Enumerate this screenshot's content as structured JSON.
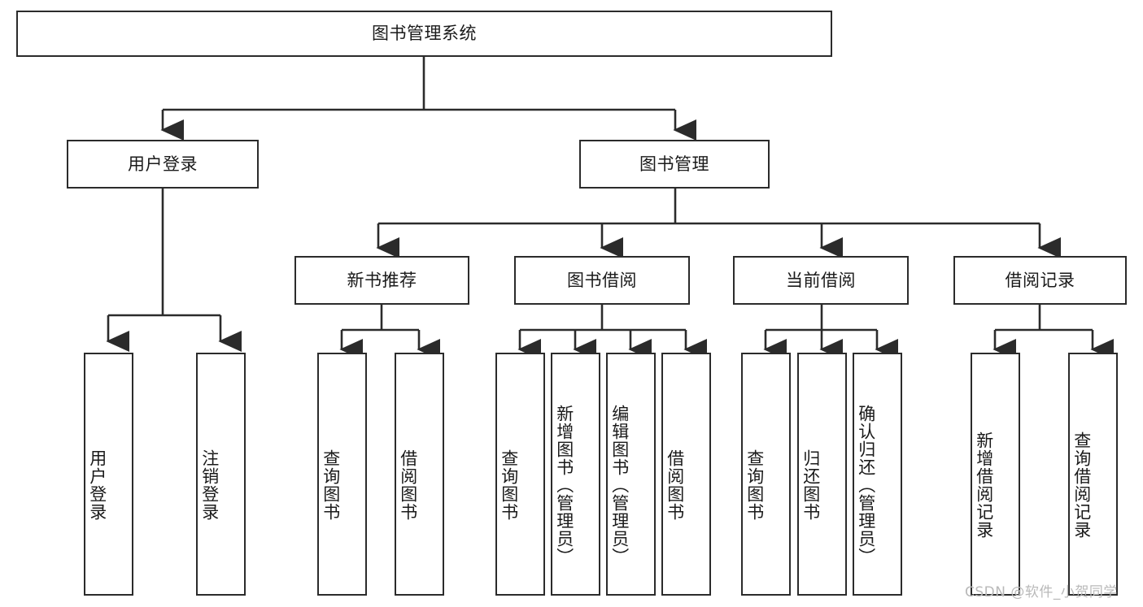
{
  "diagram": {
    "title_text": "图书管理系统",
    "line_color": "#2b2b2b",
    "box_fill": "#ffffff",
    "text_color": "#1a1a1a",
    "watermark": "CSDN @软件_小贺同学"
  },
  "nodes": {
    "root": {
      "label": "图书管理系统"
    },
    "level1": [
      {
        "label": "用户登录"
      },
      {
        "label": "图书管理"
      }
    ],
    "level2": [
      {
        "label": "新书推荐"
      },
      {
        "label": "图书借阅"
      },
      {
        "label": "当前借阅"
      },
      {
        "label": "借阅记录"
      }
    ],
    "leaves": {
      "user_login": [
        {
          "label": "用户登录"
        },
        {
          "label": "注销登录"
        }
      ],
      "new_book": [
        {
          "label": "查询图书"
        },
        {
          "label": "借阅图书"
        }
      ],
      "book_borrow": [
        {
          "label": "查询图书"
        },
        {
          "label": "新增图书（管理员）"
        },
        {
          "label": "编辑图书（管理员）"
        },
        {
          "label": "借阅图书"
        }
      ],
      "current_borrow": [
        {
          "label": "查询图书"
        },
        {
          "label": "归还图书"
        },
        {
          "label": "确认归还（管理员）"
        }
      ],
      "borrow_record": [
        {
          "label": "新增借阅记录"
        },
        {
          "label": "查询借阅记录"
        }
      ]
    }
  }
}
